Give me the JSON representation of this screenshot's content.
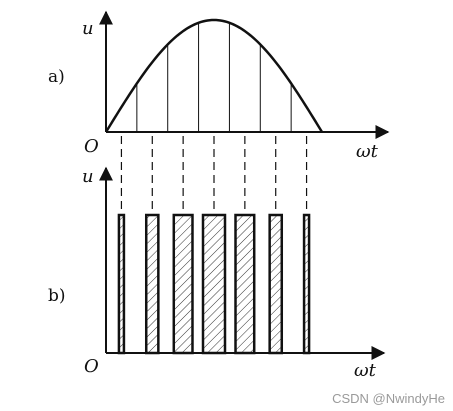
{
  "labels": {
    "panel_a": "a)",
    "panel_b": "b)",
    "axis_y_top": "u",
    "axis_y_bottom": "u",
    "origin_top": "O",
    "origin_bottom": "O",
    "axis_x_top": "ωt",
    "axis_x_bottom": "ωt"
  },
  "watermark": "CSDN @NwindyHe",
  "pulses": {
    "count": 7,
    "widths_relative": [
      0.22,
      0.55,
      0.85,
      1.0,
      0.85,
      0.55,
      0.22
    ]
  },
  "colors": {
    "line": "#111111",
    "hatch": "#333333",
    "watermark": "#9a9a9a"
  }
}
